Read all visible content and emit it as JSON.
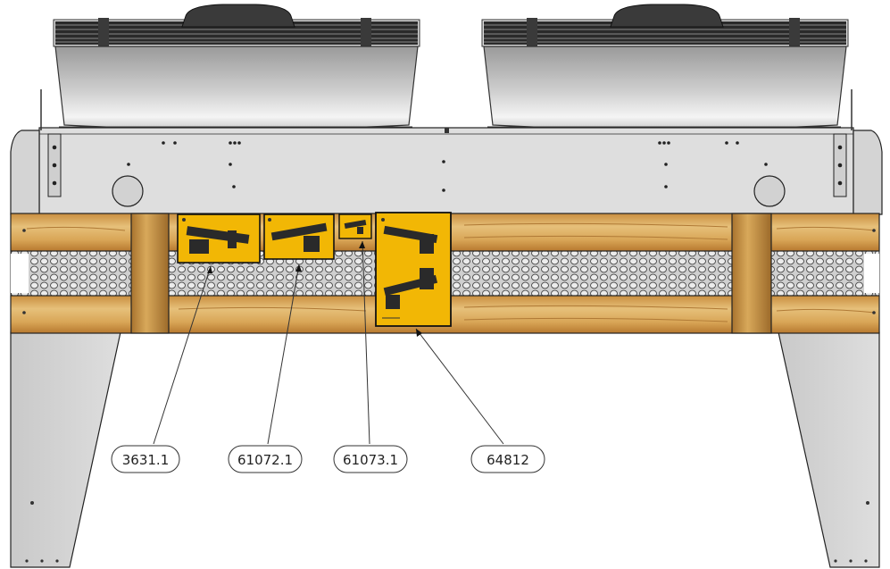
{
  "callouts": [
    {
      "id": "3631",
      "label": "3631.1"
    },
    {
      "id": "61072",
      "label": "61072.1"
    },
    {
      "id": "61073",
      "label": "61073.1"
    },
    {
      "id": "64812",
      "label": "64812"
    }
  ],
  "colors": {
    "metal": "#d9d9d9",
    "metal_dark": "#bdbdbd",
    "wood": "#d7a85c",
    "wood_dark": "#a8732e",
    "label_yellow": "#f2b705",
    "grille": "#1a1a1a",
    "outline": "#222222"
  }
}
